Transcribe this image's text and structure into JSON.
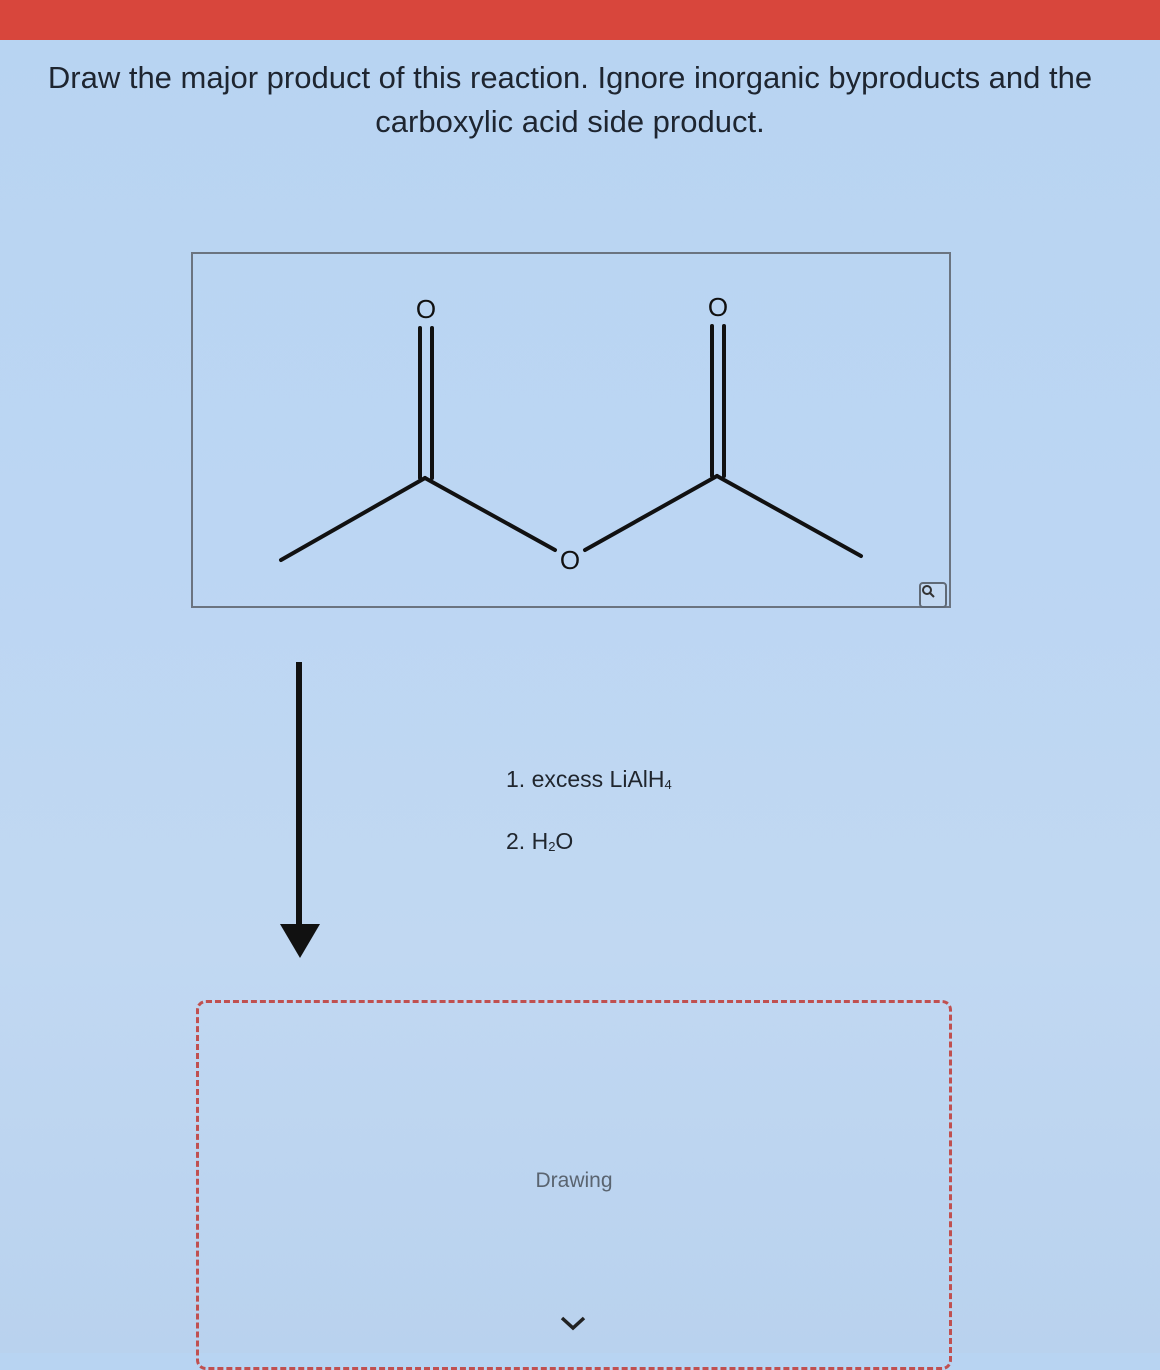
{
  "question": {
    "line1": "Draw the major product of this reaction. Ignore inorganic byproducts and the",
    "line2": "carboxylic acid side product."
  },
  "reactant": {
    "atom_labels": {
      "o_left": "O",
      "o_right": "O",
      "o_bridge": "O"
    }
  },
  "conditions": {
    "step1_prefix": "1. excess LiAlH",
    "step1_sub": "4",
    "step2_prefix": "2. H",
    "step2_sub": "2",
    "step2_suffix": "O"
  },
  "drawing": {
    "label": "Drawing"
  },
  "icons": {
    "zoom": "magnifier-icon",
    "reaction_arrow": "down-arrow-icon",
    "expand": "chevron-down-icon"
  },
  "colors": {
    "top_bar": "#d8463c",
    "background": "#bcd6f3",
    "drawing_border": "#c05050"
  }
}
